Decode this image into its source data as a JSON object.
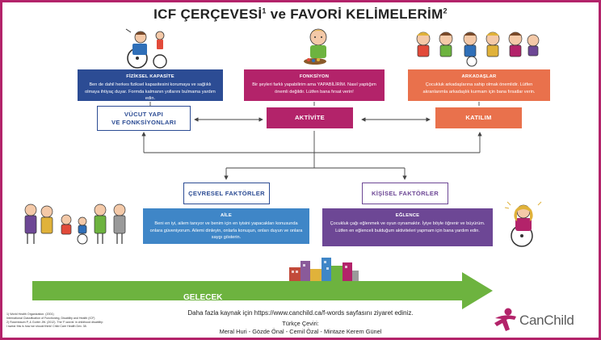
{
  "title": {
    "text": "ICF ÇERÇEVESİ",
    "sup1": "1",
    "text2": " ve FAVORİ KELİMELERİM",
    "sup2": "2"
  },
  "boxes": {
    "fiziksel": {
      "heading": "FİZİKSEL KAPASİTE",
      "body": "Ben de dahil herkes fiziksel kapasitesini korumaya ve sağlıklı olmaya ihtiyaç duyar. Formda kalmanın yollarını bulmama yardım edin."
    },
    "fonksiyon": {
      "heading": "FONKSİYON",
      "body": "Bir şeyleri farklı yapabilirim ama YAPABİLİRİM. Nasıl yaptığım önemli değildir. Lütfen bana fırsat verin!"
    },
    "arkadaslar": {
      "heading": "ARKADAŞLAR",
      "body": "Çocukluk arkadaşlarına sahip olmak önemlidir. Lütfen akranlarımla arkadaşlık kurmam için bana fırsatlar verin."
    },
    "aile": {
      "heading": "AİLE",
      "body": "Beni en iyi, ailem tanıyor ve benim için en iyisini yapacakları konusunda onlara güveniyorum. Ailemi dinleyin, onlarla konuşun, onları duyun ve onlara saygı gösterin."
    },
    "eglence": {
      "heading": "EĞLENCE",
      "body": "Çocukluk çağı eğlenmek ve oyun oynamaktır. İyiye böyle öğrenir ve büyürüm. Lütfen en eğlenceli bulduğum aktiviteleri yapmam için bana yardım edin."
    }
  },
  "headers": {
    "vucut": {
      "line1": "VÜCUT YAPI",
      "line2": "VE FONKSİYONLARI"
    },
    "aktivite": "AKTİVİTE",
    "katilim": "KATILIM",
    "cevresel": "ÇEVRESEL FAKTÖRLER",
    "kisisel": "KİŞİSEL FAKTÖRLER"
  },
  "future": {
    "label": "GELECEK"
  },
  "footer": {
    "link": "Daha fazla kaynak için https://www.canchild.ca/f-words sayfasını ziyaret ediniz.",
    "translation_label": "Türkçe Çeviri:",
    "translators": "Meral Huri - Gözde Önal - Cemil Özal - Mintaze Kerem Günel",
    "refs": [
      "1) World Health Organization. (2001)",
      "International Classification of Functioning, Disability and Health (ICF)",
      "2) Rosenbaum P, & Gorter JW. (2012). The 'F-words' in childhood disability:",
      "I swear this is how we should think! Child Care Health Dev. 38."
    ]
  },
  "logo": {
    "text": "CanChild"
  },
  "colors": {
    "magenta": "#b3236a",
    "blue": "#2c4c94",
    "orange": "#e9714c",
    "purple": "#6d4795",
    "light_blue": "#3f86c7",
    "green": "#6db33f"
  }
}
